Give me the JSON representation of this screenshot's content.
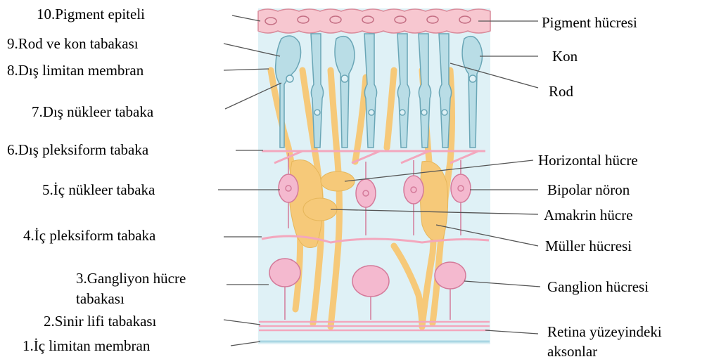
{
  "left_labels": [
    {
      "text": "10.Pigment epiteli"
    },
    {
      "text": "9.Rod ve kon tabakası"
    },
    {
      "text": "8.Dış limitan membran"
    },
    {
      "text": "7.Dış nükleer tabaka"
    },
    {
      "text": "6.Dış pleksiform tabaka"
    },
    {
      "text": "5.İç nükleer tabaka"
    },
    {
      "text": "4.İç pleksiform tabaka"
    },
    {
      "text": "3.Gangliyon hücre"
    },
    {
      "text": "tabakası"
    },
    {
      "text": "2.Sinir lifi tabakası"
    },
    {
      "text": "1.İç limitan membran"
    }
  ],
  "right_labels": [
    {
      "text": "Pigment hücresi"
    },
    {
      "text": "Kon"
    },
    {
      "text": "Rod"
    },
    {
      "text": "Horizontal hücre"
    },
    {
      "text": "Bipolar nöron"
    },
    {
      "text": "Amakrin hücre"
    },
    {
      "text": "Müller hücresi"
    },
    {
      "text": "Ganglion hücresi"
    },
    {
      "text": "Retina yüzeyindeki"
    },
    {
      "text": "aksonlar"
    }
  ],
  "colors": {
    "background_panel": "#dff1f6",
    "pigment": "#f7c7d0",
    "pigment_stroke": "#d98a9a",
    "photoreceptor": "#b9dde6",
    "photoreceptor_stroke": "#6aa6b6",
    "muller": "#f6c979",
    "neuron": "#f4b9cf",
    "neuron_stroke": "#d47a9a",
    "fiber": "#f3a7bd",
    "leader_line": "#555555"
  }
}
